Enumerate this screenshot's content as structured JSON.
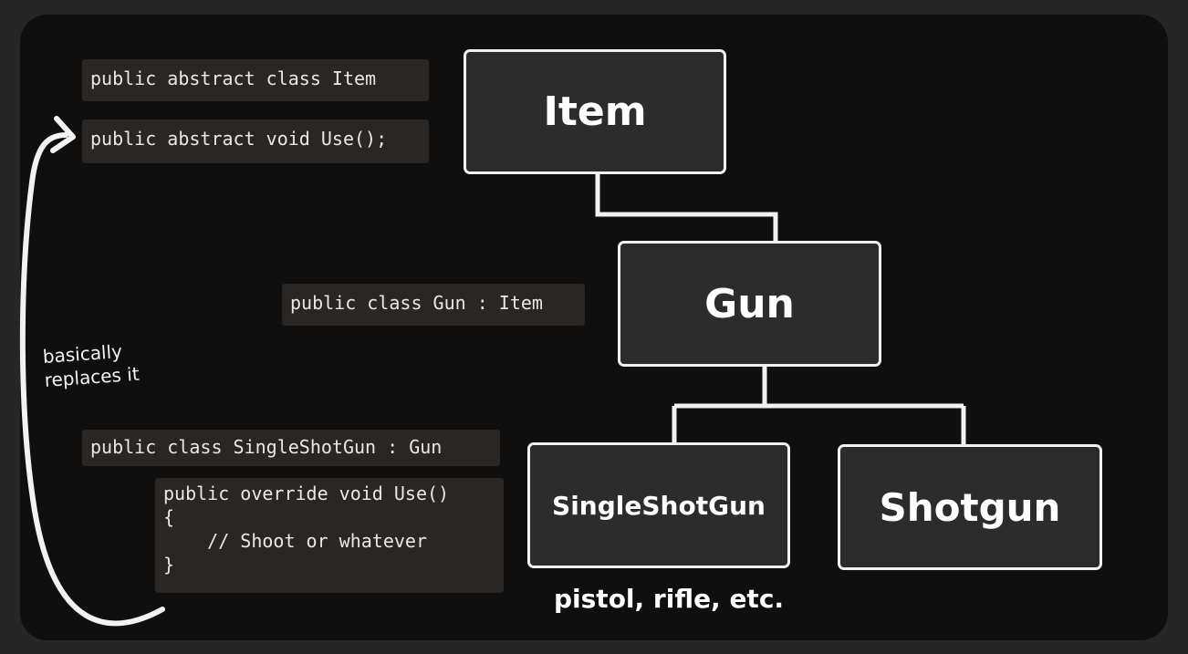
{
  "code": {
    "item_class": "public abstract class Item",
    "item_method": "public abstract void Use();",
    "gun_class": "public class Gun : Item",
    "singleshot_class": "public class SingleShotGun : Gun",
    "override_lines": [
      "public override void Use()",
      "{",
      "    // Shoot or whatever",
      "}"
    ]
  },
  "nodes": {
    "item": "Item",
    "gun": "Gun",
    "singleshotgun": "SingleShotGun",
    "shotgun": "Shotgun"
  },
  "annotation": {
    "line1": "basically",
    "line2": "replaces it"
  },
  "caption": "pistol, rifle, etc.",
  "colors": {
    "background": "#262626",
    "canvas": "#0f0f0f",
    "code_bg": "#2a2624",
    "node_bg": "#2c2c2c",
    "stroke": "#f2f2f2"
  }
}
